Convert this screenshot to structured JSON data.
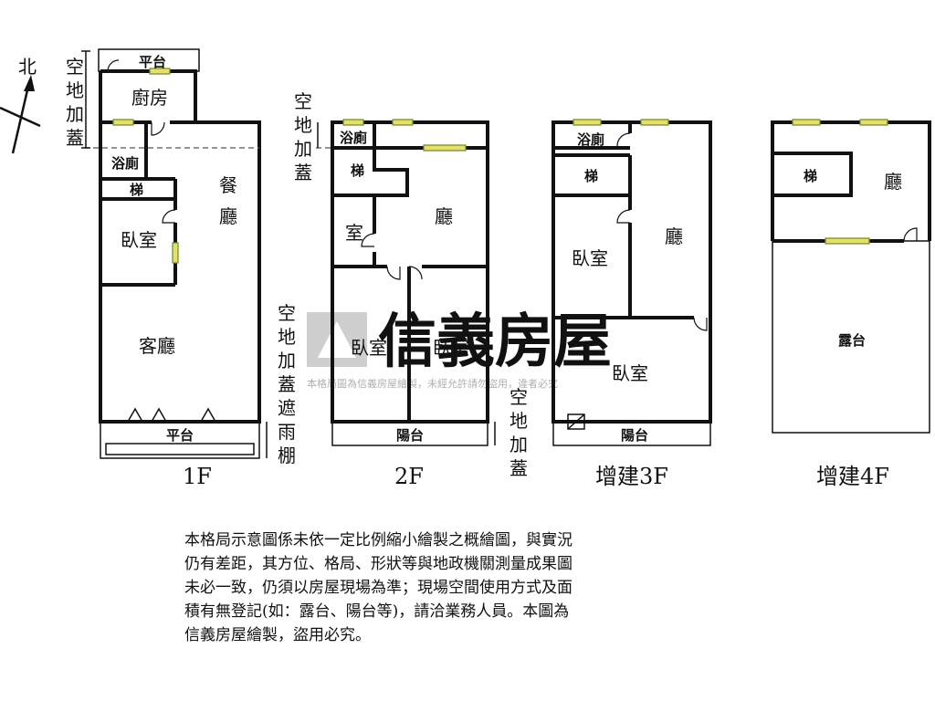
{
  "compass": {
    "label": "北"
  },
  "watermark": {
    "brand": "信義房屋",
    "notice": "本格局圖為信義房屋繪製，未經允許請勿盜用，違者必究"
  },
  "floors": {
    "f1": {
      "title": "1F",
      "side_note": [
        "空",
        "地",
        "加",
        "蓋"
      ],
      "side_note_bottom": [
        "空",
        "地",
        "加",
        "蓋",
        "遮",
        "雨",
        "棚"
      ],
      "rooms": {
        "platform_top": "平台",
        "kitchen": "廚房",
        "bath": "浴廁",
        "dining": [
          "餐",
          "廳"
        ],
        "stairs": "梯",
        "bedroom": "臥室",
        "living": "客廳",
        "platform_bottom": "平台"
      }
    },
    "f2": {
      "title": "2F",
      "side_note": [
        "空",
        "地",
        "加",
        "蓋"
      ],
      "rooms": {
        "bath": "浴廁",
        "stairs": "梯",
        "hall": "廳",
        "room": "室",
        "bedroom_left": "臥室",
        "bedroom_right": "臥室",
        "balcony": "陽台"
      }
    },
    "f3": {
      "title": "增建3F",
      "side_note": [
        "空",
        "地",
        "加",
        "蓋"
      ],
      "rooms": {
        "bath": "浴廁",
        "stairs": "梯",
        "bedroom_top": "臥室",
        "hall": "廳",
        "bedroom_bottom": "臥室",
        "balcony": "陽台"
      }
    },
    "f4": {
      "title": "增建4F",
      "rooms": {
        "stairs": "梯",
        "hall": "廳",
        "terrace": "露台"
      }
    }
  },
  "disclaimer": [
    "本格局示意圖係未依一定比例縮小繪製之概繪圖，與實況",
    "仍有差距，其方位、格局、形狀等與地政機關測量成果圖",
    "未必一致，仍須以房屋現場為準；現場空間使用方式及面",
    "積有無登記(如：露台、陽台等)，請洽業務人員。本圖為",
    "信義房屋繪製，盜用必究。"
  ]
}
